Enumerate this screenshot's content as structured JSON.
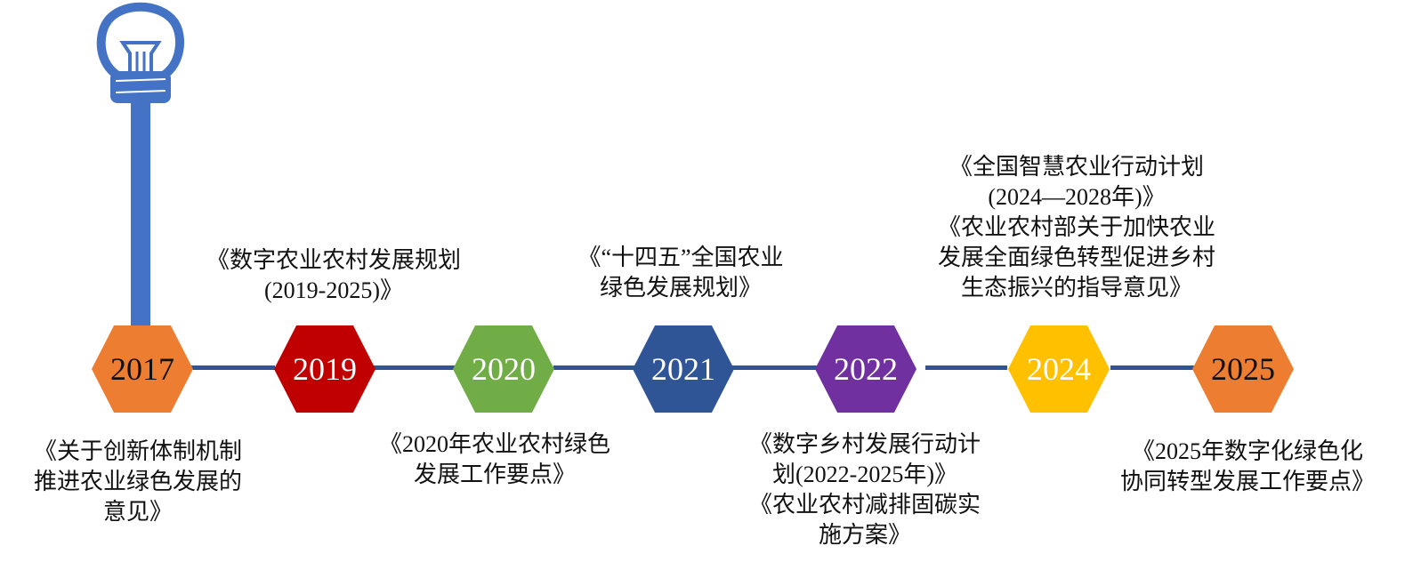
{
  "colors": {
    "line": "#2F5597",
    "bulb": "#4472C4",
    "2017": "#ED7D31",
    "2019": "#C00000",
    "2020": "#70AD47",
    "2021": "#2F5597",
    "2022": "#7030A0",
    "2024": "#FFC000",
    "2025": "#ED7D31"
  },
  "icon": "lightbulb-icon",
  "milestones": [
    {
      "year": "2017",
      "text": [
        "《关于创新体制机制",
        "推进农业绿色发展的",
        "意见》"
      ]
    },
    {
      "year": "2019",
      "text": [
        "《数字农业农村发展规划",
        "(2019-2025)》"
      ]
    },
    {
      "year": "2020",
      "text": [
        "《2020年农业农村绿色",
        "发展工作要点》"
      ]
    },
    {
      "year": "2021",
      "text": [
        "《“十四五”全国农业",
        "绿色发展规划》"
      ]
    },
    {
      "year": "2022",
      "text": [
        "《数字乡村发展行动计",
        "划(2022-2025年)》",
        "《农业农村减排固碳实",
        "施方案》"
      ]
    },
    {
      "year": "2024",
      "text": [
        "《全国智慧农业行动计划",
        "(2024—2028年)》",
        "《农业农村部关于加快农业",
        "发展全面绿色转型促进乡村",
        "生态振兴的指导意见》"
      ]
    },
    {
      "year": "2025",
      "text": [
        "《2025年数字化绿色化",
        "协同转型发展工作要点》"
      ]
    }
  ]
}
